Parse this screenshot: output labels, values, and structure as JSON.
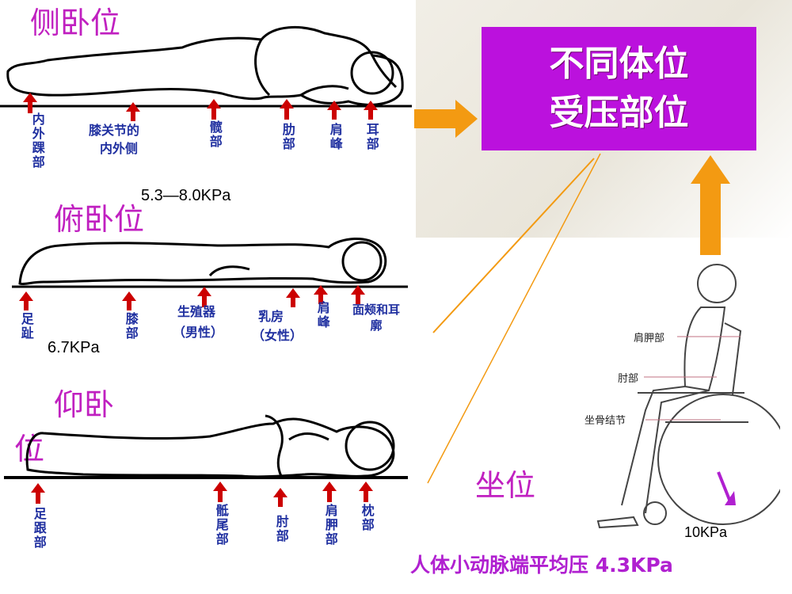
{
  "box": {
    "line1": "不同体位",
    "line2": "受压部位"
  },
  "side_lying": {
    "title": "侧卧位",
    "pressure": "5.3—8.0KPa",
    "labels": [
      "内外踝部",
      "膝关节的",
      "内外侧",
      "髋部",
      "肋部",
      "肩峰",
      "耳部"
    ]
  },
  "prone": {
    "title": "俯卧位",
    "pressure": "6.7KPa",
    "labels": [
      "足趾",
      "膝部",
      "生殖器",
      "（男性）",
      "乳房",
      "（女性）",
      "肩峰",
      "面颊和耳廓"
    ]
  },
  "supine": {
    "title_line1": "仰卧",
    "title_line2": "位",
    "labels": [
      "足跟部",
      "骶尾部",
      "肘部",
      "肩胛部",
      "枕部"
    ]
  },
  "sitting": {
    "title": "坐位",
    "pressure": "10KPa",
    "labels": [
      "肩胛部",
      "肘部",
      "坐骨结节"
    ]
  },
  "footer": "人体小动脉端平均压 4.3KPa",
  "colors": {
    "title": "#c020c0",
    "box": "#bb11dd",
    "arrow": "#f39a12",
    "label": "#2030a0",
    "red_arrow": "#cc0000"
  }
}
